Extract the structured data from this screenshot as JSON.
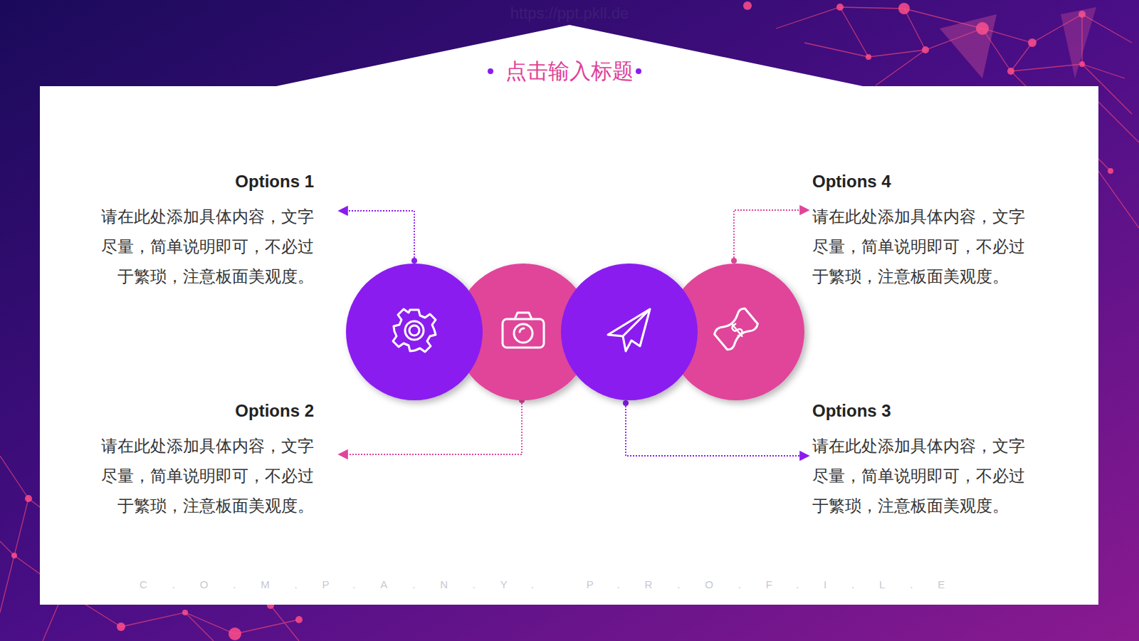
{
  "diagram": {
    "title": "点击输入标题",
    "labels": [
      "https://ppt.pkll.de",
      "Options 1",
      "请在此处添加具体内容，文字 尽量，简单说明即可，不必过 于繁琐，注意板面美观度。",
      "Options 4",
      "请在此处添加具体内容，文字 尽量，简单说明即可，不必过 于繁琐，注意板面美观度。",
      "Options 2",
      "请在此处添加具体内容，文字 尽量，简单说明即可，不必过 于繁琐，注意板面美观度。",
      "Options 3",
      "请在此处添加具体内容，文字 尽量，简单说明即可，不必过 于繁琐，注意板面美观度。",
      "C.O.M.P.A.N.Y. P.R.O.F.I.L.E"
    ]
  }
}
